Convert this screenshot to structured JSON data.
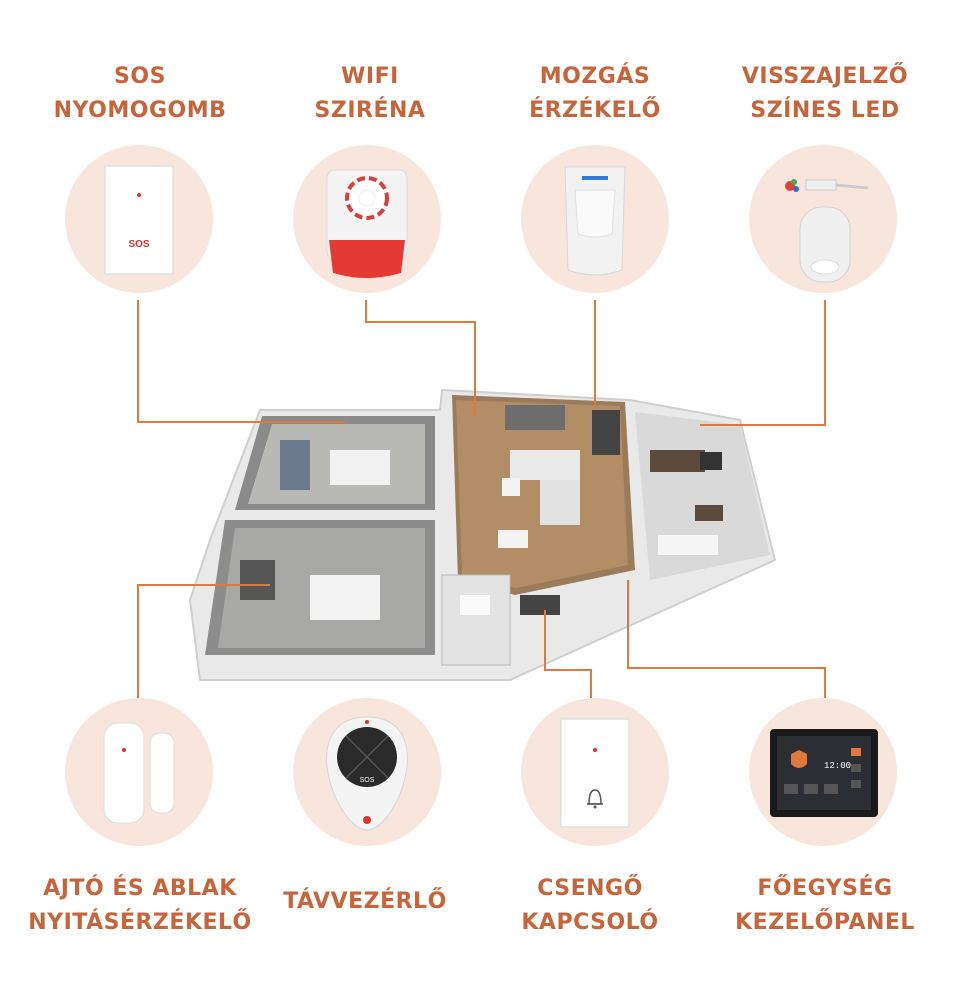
{
  "colors": {
    "label": "#c8643a",
    "circle": "#f8e6dc",
    "connector": "#e07a3c"
  },
  "labels": {
    "sos": [
      "SOS",
      "NYOMOGOMB"
    ],
    "siren": [
      "WIFI",
      "SZIRÉNA"
    ],
    "motion": [
      "MOZGÁS",
      "ÉRZÉKELŐ"
    ],
    "led": [
      "VISSZAJELZŐ",
      "SZÍNES LED"
    ],
    "door": [
      "AJTÓ ÉS ABLAK",
      "NYITÁSÉRZÉKELŐ"
    ],
    "remote": [
      "TÁVVEZÉRLŐ"
    ],
    "bell": [
      "CSENGŐ",
      "KAPCSOLÓ"
    ],
    "panel": [
      "FŐEGYSÉG",
      "KEZELŐPANEL"
    ]
  },
  "devices": {
    "sos_text": "SOS",
    "remote_text": "SOS",
    "panel_time": "12:00"
  },
  "icons": [
    "sos-button-icon",
    "siren-icon",
    "motion-sensor-icon",
    "led-indicator-icon",
    "door-sensor-icon",
    "remote-control-icon",
    "doorbell-icon",
    "control-panel-icon",
    "house-floorplan-illustration"
  ]
}
